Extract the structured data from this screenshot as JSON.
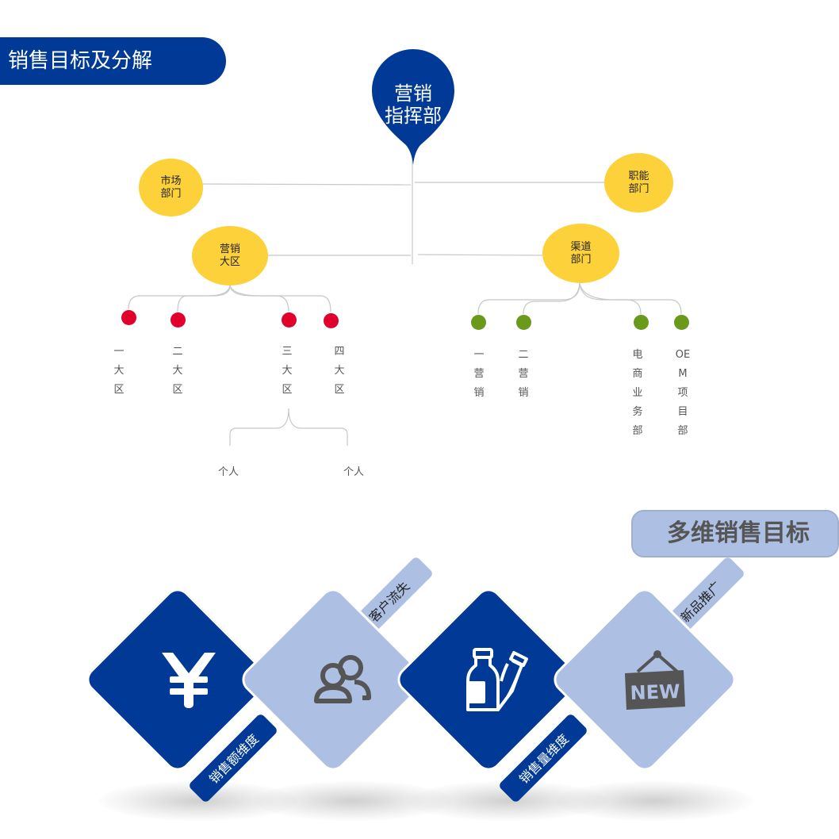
{
  "header": {
    "title": "销售目标及分解"
  },
  "org_chart": {
    "root": "营销\n指挥部",
    "nodes": {
      "market": "市场\n部门",
      "function": "职能\n部门",
      "sales_region": "营销\n大区",
      "channel": "渠道\n部门"
    },
    "regions": [
      "一大区",
      "二大区",
      "三大区",
      "四大区"
    ],
    "channels": [
      "一营销",
      "二营销",
      "电商业务部",
      "OEM项目部"
    ],
    "individuals": [
      "个人",
      "个人"
    ]
  },
  "targets": {
    "title": "多维销售目标",
    "items": [
      {
        "label": "销售额维度",
        "icon": "yen-icon"
      },
      {
        "label": "客户流失",
        "icon": "users-icon"
      },
      {
        "label": "销售量维度",
        "icon": "bottles-icon"
      },
      {
        "label": "新品推广",
        "icon": "new-sign-icon"
      }
    ]
  },
  "colors": {
    "primary": "#003a96",
    "light": "#adc0e3",
    "node": "#fdd13a",
    "red": "#e0002b",
    "green": "#6a9a1c"
  }
}
